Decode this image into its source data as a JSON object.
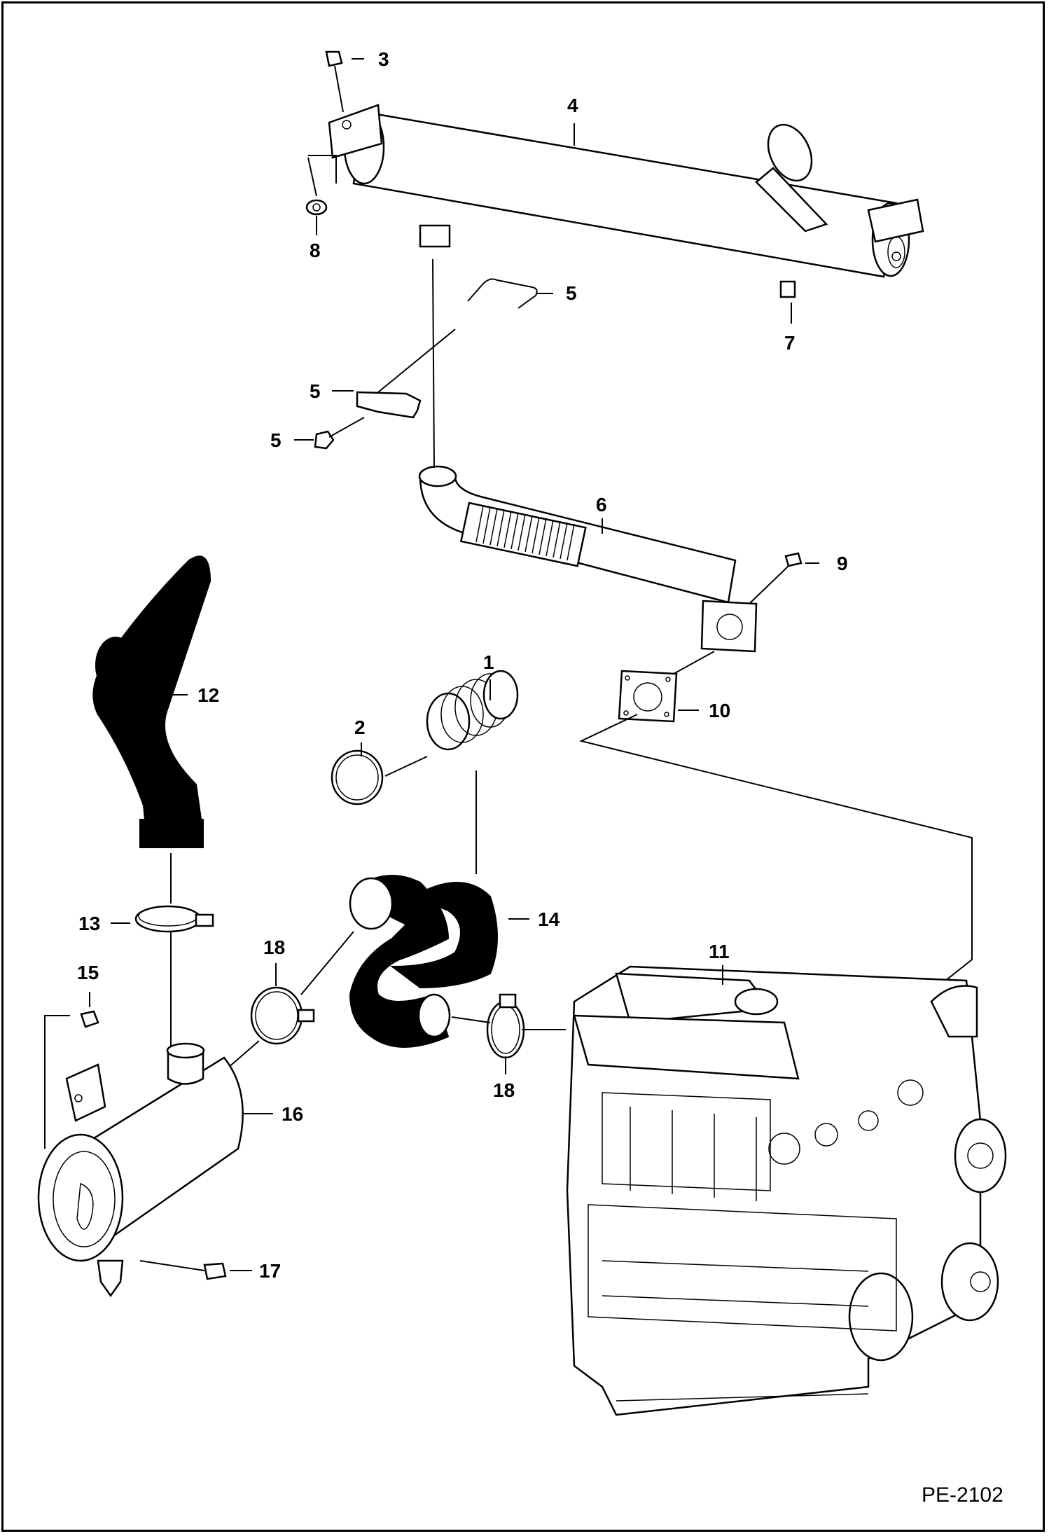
{
  "diagram": {
    "reference_code": "PE-2102",
    "callouts": [
      {
        "id": "c1",
        "label": "1"
      },
      {
        "id": "c2",
        "label": "2"
      },
      {
        "id": "c3",
        "label": "3"
      },
      {
        "id": "c4",
        "label": "4"
      },
      {
        "id": "c5a",
        "label": "5"
      },
      {
        "id": "c5b",
        "label": "5"
      },
      {
        "id": "c5c",
        "label": "5"
      },
      {
        "id": "c6",
        "label": "6"
      },
      {
        "id": "c7",
        "label": "7"
      },
      {
        "id": "c8",
        "label": "8"
      },
      {
        "id": "c9",
        "label": "9"
      },
      {
        "id": "c10",
        "label": "10"
      },
      {
        "id": "c11",
        "label": "11"
      },
      {
        "id": "c12",
        "label": "12"
      },
      {
        "id": "c13",
        "label": "13"
      },
      {
        "id": "c14",
        "label": "14"
      },
      {
        "id": "c15",
        "label": "15"
      },
      {
        "id": "c16",
        "label": "16"
      },
      {
        "id": "c17",
        "label": "17"
      },
      {
        "id": "c18a",
        "label": "18"
      },
      {
        "id": "c18b",
        "label": "18"
      }
    ]
  }
}
